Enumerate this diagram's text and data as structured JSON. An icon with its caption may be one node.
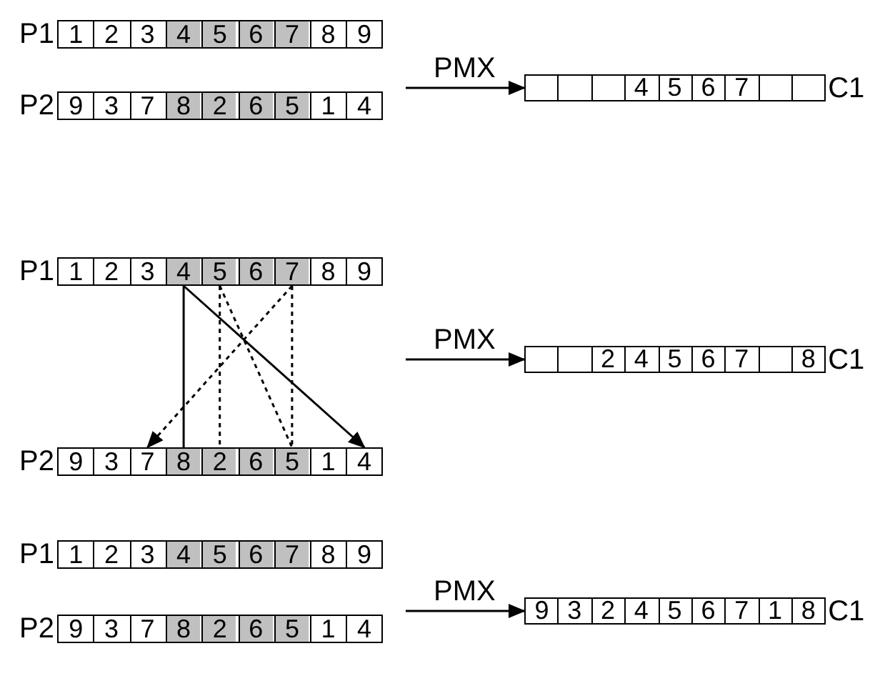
{
  "diagram": {
    "nodes": [
      {
        "text": [],
        "shape": "box",
        "beside": [
          "P1"
        ]
      },
      {
        "text": [
          "1"
        ],
        "in": 0
      },
      {
        "text": [
          "2"
        ],
        "in": 0
      },
      {
        "text": [
          "3"
        ],
        "in": 0
      },
      {
        "text": [
          "4"
        ],
        "in": 0
      },
      {
        "text": [
          "5"
        ],
        "in": 0
      },
      {
        "text": [
          "6"
        ],
        "in": 0
      },
      {
        "text": [
          "7"
        ],
        "in": 0
      },
      {
        "text": [
          "8"
        ],
        "in": 0
      },
      {
        "text": [
          "9"
        ],
        "in": 0
      },
      {
        "text": [],
        "shape": "box",
        "beside": [
          "C1"
        ]
      },
      {
        "text": [],
        "shape": "box",
        "in": 10
      },
      {
        "text": [],
        "shape": "box",
        "in": 10
      },
      {
        "text": [],
        "shape": "box",
        "in": 10
      },
      {
        "text": [
          "4"
        ],
        "in": 10
      },
      {
        "text": [
          "5"
        ],
        "in": 10
      },
      {
        "text": [
          "6"
        ],
        "in": 10
      },
      {
        "text": [
          "7"
        ],
        "in": 10
      },
      {
        "text": [],
        "shape": "box",
        "in": 10
      },
      {
        "text": [],
        "shape": "box",
        "in": 10
      },
      {
        "text": [],
        "shape": "box",
        "beside": [
          "P2"
        ]
      },
      {
        "text": [
          "9"
        ],
        "in": 20
      },
      {
        "text": [
          "3"
        ],
        "in": 20
      },
      {
        "text": [
          "7"
        ],
        "in": 20
      },
      {
        "text": [
          "8"
        ],
        "in": 20
      },
      {
        "text": [
          "2"
        ],
        "in": 20
      },
      {
        "text": [
          "6"
        ],
        "in": 20
      },
      {
        "text": [
          "5"
        ],
        "in": 20
      },
      {
        "text": [
          "1"
        ],
        "in": 20
      },
      {
        "text": [
          "4"
        ],
        "in": 20
      },
      {
        "text": [],
        "shape": "box",
        "beside": [
          "P1"
        ]
      },
      {
        "text": [
          "1"
        ],
        "in": 30
      },
      {
        "text": [
          "2"
        ],
        "in": 30
      },
      {
        "text": [
          "3"
        ],
        "in": 30
      },
      {
        "text": [
          "4"
        ],
        "in": 30
      },
      {
        "text": [
          "5"
        ],
        "in": 30
      },
      {
        "text": [
          "6"
        ],
        "in": 30
      },
      {
        "text": [
          "7"
        ],
        "in": 30
      },
      {
        "text": [
          "8"
        ],
        "in": 30
      },
      {
        "text": [
          "9"
        ],
        "in": 30
      },
      {
        "text": [],
        "shape": "box",
        "beside": [
          "C1"
        ]
      },
      {
        "text": [],
        "shape": "box",
        "in": 40
      },
      {
        "text": [],
        "shape": "box",
        "in": 40
      },
      {
        "text": [
          "2"
        ],
        "in": 40
      },
      {
        "text": [
          "4"
        ],
        "in": 40
      },
      {
        "text": [
          "5"
        ],
        "in": 40
      },
      {
        "text": [
          "6"
        ],
        "in": 40
      },
      {
        "text": [
          "7"
        ],
        "in": 40
      },
      {
        "text": [],
        "shape": "box",
        "in": 40
      },
      {
        "text": [
          "8"
        ],
        "in": 40
      },
      {
        "text": [],
        "shape": "box",
        "beside": [
          "P2"
        ]
      },
      {
        "text": [
          "9"
        ],
        "in": 50
      },
      {
        "text": [
          "3"
        ],
        "in": 50
      },
      {
        "text": [
          "7"
        ],
        "in": 50
      },
      {
        "text": [
          "8"
        ],
        "in": 50
      },
      {
        "text": [
          "2"
        ],
        "in": 50
      },
      {
        "text": [
          "6"
        ],
        "in": 50
      },
      {
        "text": [
          "5"
        ],
        "in": 50
      },
      {
        "text": [
          "1"
        ],
        "in": 50
      },
      {
        "text": [
          "4"
        ],
        "in": 50
      },
      {
        "text": [],
        "shape": "box",
        "beside": [
          "P1"
        ]
      },
      {
        "text": [
          "1"
        ],
        "in": 60
      },
      {
        "text": [
          "2"
        ],
        "in": 60
      },
      {
        "text": [
          "3"
        ],
        "in": 60
      },
      {
        "text": [
          "4"
        ],
        "in": 60
      },
      {
        "text": [
          "5"
        ],
        "in": 60
      },
      {
        "text": [
          "6"
        ],
        "in": 60
      },
      {
        "text": [
          "7"
        ],
        "in": 60
      },
      {
        "text": [
          "8"
        ],
        "in": 60
      },
      {
        "text": [
          "9"
        ],
        "in": 60
      },
      {
        "text": [],
        "shape": "box",
        "beside": [
          "C1"
        ]
      },
      {
        "text": [
          "9"
        ],
        "in": 70
      },
      {
        "text": [
          "3"
        ],
        "in": 70
      },
      {
        "text": [
          "2"
        ],
        "in": 70
      },
      {
        "text": [
          "4"
        ],
        "in": 70
      },
      {
        "text": [
          "5"
        ],
        "in": 70
      },
      {
        "text": [
          "6"
        ],
        "in": 70
      },
      {
        "text": [
          "7"
        ],
        "in": 70
      },
      {
        "text": [
          "1"
        ],
        "in": 70
      },
      {
        "text": [
          "8"
        ],
        "in": 70
      },
      {
        "text": [],
        "shape": "box",
        "beside": [
          "P2"
        ]
      },
      {
        "text": [
          "9"
        ],
        "in": 80
      },
      {
        "text": [
          "3"
        ],
        "in": 80
      },
      {
        "text": [
          "7"
        ],
        "in": 80
      },
      {
        "text": [
          "8"
        ],
        "in": 80
      },
      {
        "text": [
          "2"
        ],
        "in": 80
      },
      {
        "text": [
          "6"
        ],
        "in": 80
      },
      {
        "text": [
          "5"
        ],
        "in": 80
      },
      {
        "text": [
          "1"
        ],
        "in": 80
      },
      {
        "text": [
          "4"
        ],
        "in": 80
      }
    ],
    "edges": [
      {
        "from": null,
        "to": 10,
        "arrow": "to",
        "label": "PMX"
      },
      {
        "from": 34,
        "to": 54,
        "arrow": "none"
      },
      {
        "from": 34,
        "to": 59,
        "arrow": "to"
      },
      {
        "from": 35,
        "to": 55,
        "arrow": "none",
        "style": "dashed"
      },
      {
        "from": 35,
        "to": 57,
        "arrow": "none",
        "style": "dashed"
      },
      {
        "from": 37,
        "to": 57,
        "arrow": "none",
        "style": "dashed"
      },
      {
        "from": 37,
        "to": 53,
        "arrow": "to",
        "style": "dashed"
      },
      {
        "from": null,
        "to": 40,
        "arrow": "to",
        "label": "PMX"
      },
      {
        "from": null,
        "to": 70,
        "arrow": "to",
        "label": "PMX"
      }
    ]
  }
}
